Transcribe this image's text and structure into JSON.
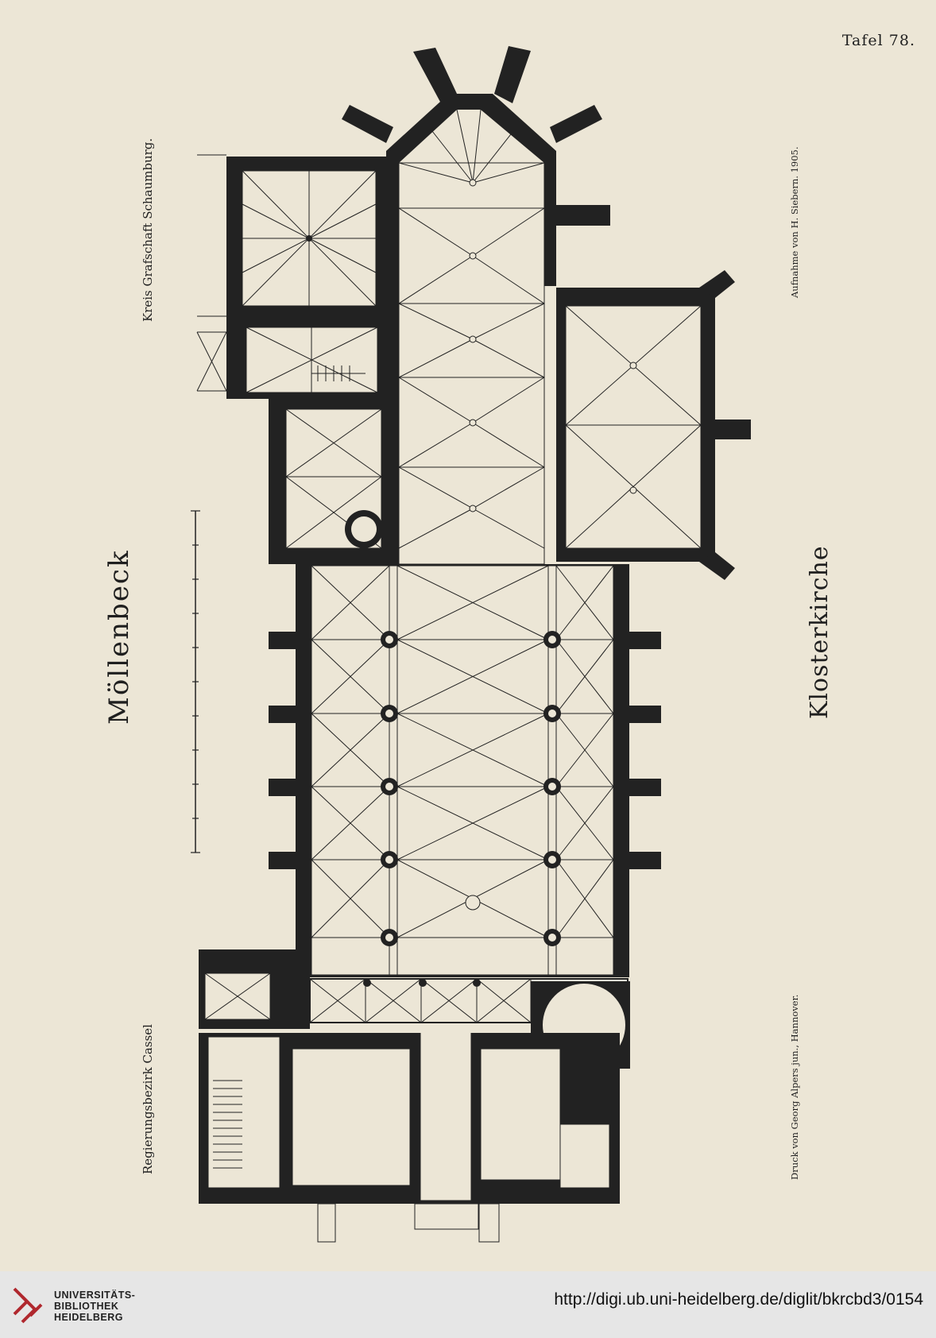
{
  "plate": {
    "number": "Tafel 78.",
    "place_name": "Möllenbeck",
    "district": "Kreis Grafschaft Schaumburg.",
    "region": "Regierungsbezirk Cassel",
    "church_name": "Klosterkirche",
    "survey_credit": "Aufnahme von H. Siebern.    1905.",
    "printer_credit": "Druck von Georg Alpers jun., Hannover."
  },
  "footer": {
    "library_line1": "UNIVERSITÄTS-",
    "library_line2": "BIBLIOTHEK",
    "library_line3": "HEIDELBERG",
    "url": "http://digi.ub.uni-heidelberg.de/diglit/bkrcbd3/0154",
    "logo_color": "#b0282e"
  },
  "colors": {
    "paper": "#ece6d6",
    "ink": "#222222"
  }
}
